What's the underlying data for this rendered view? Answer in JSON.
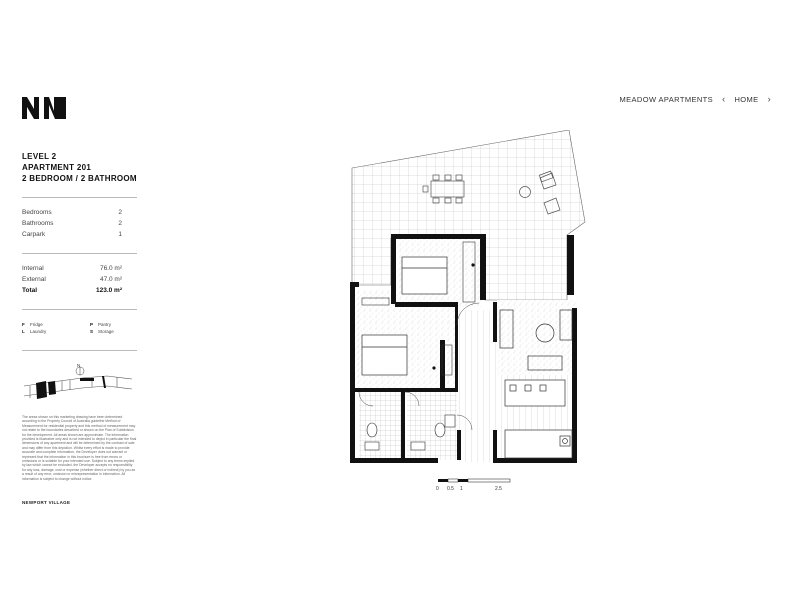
{
  "brand": {
    "logo_icon": "nv-logo-icon"
  },
  "nav": {
    "project": "MEADOW APARTMENTS",
    "back_icon": "chevron-left-icon",
    "home": "HOME",
    "forward_icon": "chevron-right-icon"
  },
  "apartment": {
    "level": "LEVEL 2",
    "name": "APARTMENT 201",
    "type": "2 BEDROOM / 2 BATHROOM"
  },
  "rooms": [
    {
      "label": "Bedrooms",
      "value": "2"
    },
    {
      "label": "Bathrooms",
      "value": "2"
    },
    {
      "label": "Carpark",
      "value": "1"
    }
  ],
  "areas": [
    {
      "label": "Internal",
      "value": "76.0 m²"
    },
    {
      "label": "External",
      "value": "47.0 m²"
    },
    {
      "label": "Total",
      "value": "123.0 m²"
    }
  ],
  "legend": [
    {
      "code": "F",
      "label": "Fridge"
    },
    {
      "code": "P",
      "label": "Pantry"
    },
    {
      "code": "L",
      "label": "Laundry"
    },
    {
      "code": "S",
      "label": "Storage"
    }
  ],
  "location_map": {
    "north_label": "N"
  },
  "disclaimer": "The areas shown on this marketing drawing have been determined according to the Property Council of Australia guideline Method of Measurement for residential property and this method of measurement may not relate to the boundaries described or shown on the Plan of Subdivision for the development. All areas shown are approximate. The information provided is illustrative only and is not intended to depict in particular the final dimensions of any apartment and will be determined by the contract of sale and may differ from this depiction. Whilst every effort is made to provide accurate and complete information, the Developer does not warrant or represent that the information in this brochure is free from errors or omissions or is suitable for your intended use. Subject to any terms implied by law which cannot be excluded, the Developer accepts no responsibility for any loss, damage, cost or expense (whether direct or indirect) by you as a result of any error, omission or misrepresentation in information. All information is subject to change without notice.",
  "footer": "NEWPORT VILLAGE",
  "scale_bar": {
    "ticks": [
      "0",
      "0.5",
      "1",
      "2.5"
    ]
  }
}
